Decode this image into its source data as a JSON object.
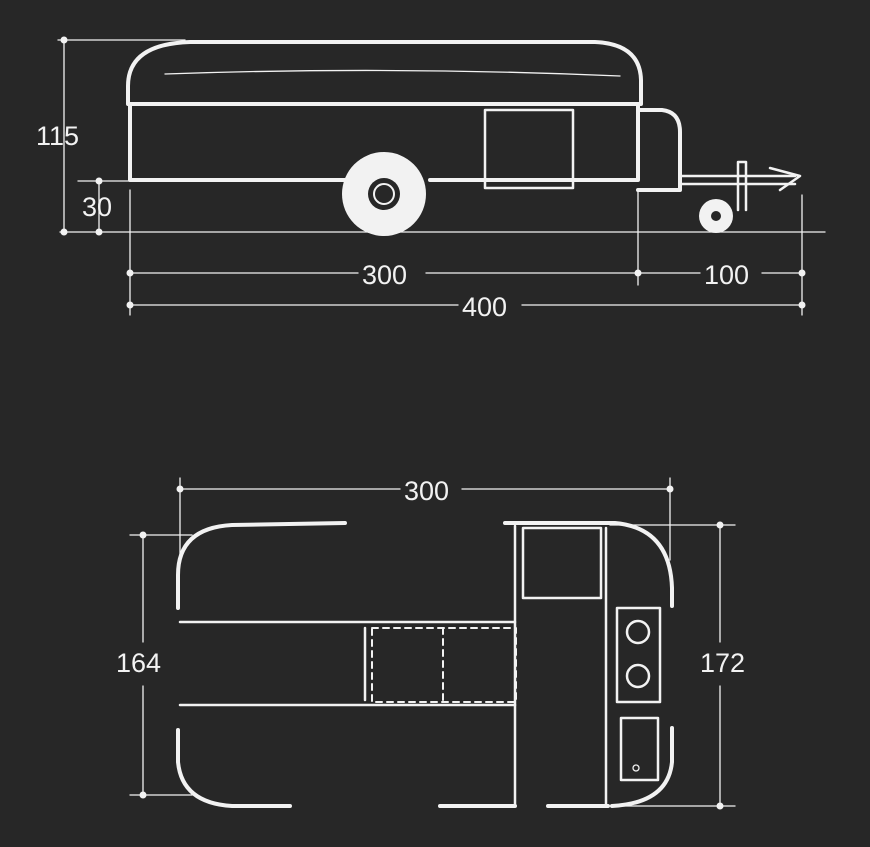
{
  "colors": {
    "background": "#272727",
    "line": "#f2f2f2"
  },
  "side_view": {
    "height_label": "115",
    "clearance_label": "30",
    "body_length_label": "300",
    "drawbar_length_label": "100",
    "total_length_label": "400"
  },
  "plan_view": {
    "interior_length_label": "300",
    "interior_width_label": "164",
    "exterior_width_label": "172"
  }
}
